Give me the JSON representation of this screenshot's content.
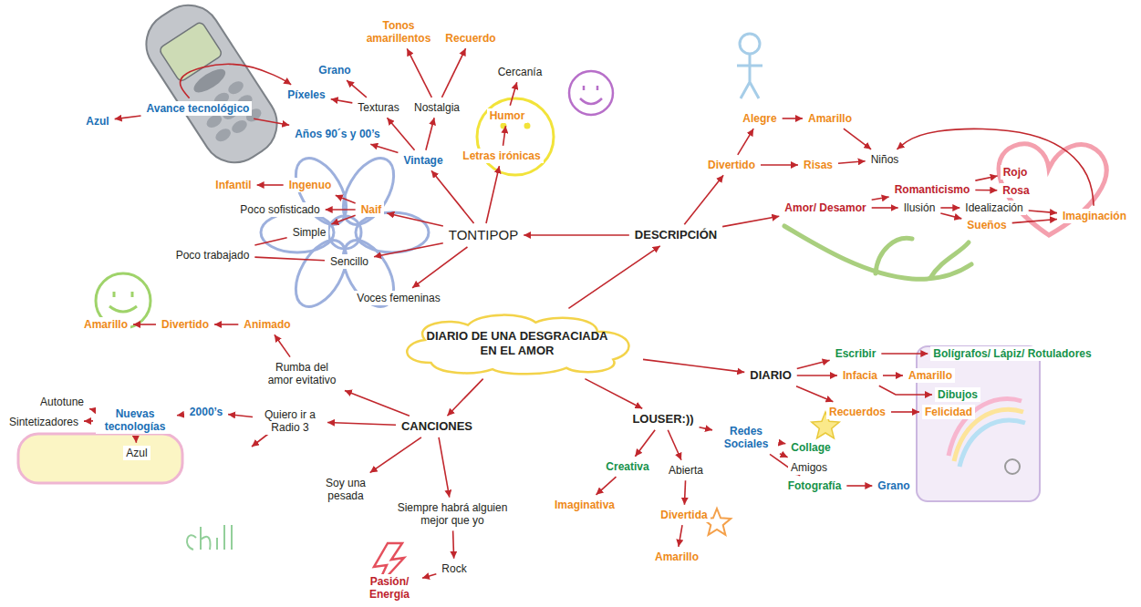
{
  "diagram": {
    "nodes": [
      {
        "text": [
          "DIARIO DE UNA DESGRACIADA EN EL AMOR"
        ]
      },
      {
        "text": [
          "DESCRIPCIÓN"
        ]
      },
      {
        "text": [
          "TONTIPOP"
        ]
      },
      {
        "text": [
          "DIARIO"
        ]
      },
      {
        "text": [
          "LOUSER:))"
        ]
      },
      {
        "text": [
          "CANCIONES"
        ]
      },
      {
        "text": [
          "Vintage"
        ]
      },
      {
        "text": [
          "Letras irónicas"
        ]
      },
      {
        "text": [
          "Naif"
        ]
      },
      {
        "text": [
          "Sencillo"
        ]
      },
      {
        "text": [
          "Voces femeninas"
        ]
      },
      {
        "text": [
          "Texturas"
        ]
      },
      {
        "text": [
          "Nostalgia"
        ]
      },
      {
        "text": [
          "Años 90´s y 00’s"
        ]
      },
      {
        "text": [
          "Píxeles"
        ]
      },
      {
        "text": [
          "Grano"
        ]
      },
      {
        "text": [
          "Tonos amarillentos"
        ]
      },
      {
        "text": [
          "Recuerdo"
        ]
      },
      {
        "text": [
          "Humor"
        ]
      },
      {
        "text": [
          "Cercanía"
        ]
      },
      {
        "text": [
          "Avance tecnológico"
        ]
      },
      {
        "text": [
          "Azul"
        ]
      },
      {
        "text": [
          "Ingenuo"
        ]
      },
      {
        "text": [
          "Poco sofisticado"
        ]
      },
      {
        "text": [
          "Simple"
        ]
      },
      {
        "text": [
          "Infantil"
        ]
      },
      {
        "text": [
          "Poco trabajado"
        ]
      },
      {
        "text": [
          "Divertido"
        ]
      },
      {
        "text": [
          "Alegre"
        ]
      },
      {
        "text": [
          "Amarillo"
        ]
      },
      {
        "text": [
          "Risas"
        ]
      },
      {
        "text": [
          "Niños"
        ]
      },
      {
        "text": [
          "Amor/ Desamor"
        ]
      },
      {
        "text": [
          "Romanticismo"
        ]
      },
      {
        "text": [
          "Rojo"
        ]
      },
      {
        "text": [
          "Rosa"
        ]
      },
      {
        "text": [
          "Ilusión"
        ]
      },
      {
        "text": [
          "Idealización"
        ]
      },
      {
        "text": [
          "Sueños"
        ]
      },
      {
        "text": [
          "Imaginación"
        ]
      },
      {
        "text": [
          "Escribir"
        ]
      },
      {
        "text": [
          "Bolígrafos/ Lápiz/ Rotuladores"
        ]
      },
      {
        "text": [
          "Infacia"
        ]
      },
      {
        "text": [
          "Amarillo"
        ]
      },
      {
        "text": [
          "Dibujos"
        ]
      },
      {
        "text": [
          "Recuerdos"
        ]
      },
      {
        "text": [
          "Felicidad"
        ]
      },
      {
        "text": [
          "Redes Sociales"
        ]
      },
      {
        "text": [
          "Collage"
        ]
      },
      {
        "text": [
          "Amigos"
        ]
      },
      {
        "text": [
          "Fotografía"
        ]
      },
      {
        "text": [
          "Grano"
        ]
      },
      {
        "text": [
          "Creativa"
        ]
      },
      {
        "text": [
          "Imaginativa"
        ]
      },
      {
        "text": [
          "Abierta"
        ]
      },
      {
        "text": [
          "Divertida"
        ]
      },
      {
        "text": [
          "Amarillo"
        ]
      },
      {
        "text": [
          "Rumba del amor evitativo"
        ]
      },
      {
        "text": [
          "Quiero ir a Radio 3"
        ]
      },
      {
        "text": [
          "Soy una pesada"
        ]
      },
      {
        "text": [
          "Siempre habrá alguien mejor que yo"
        ]
      },
      {
        "text": [
          "Animado"
        ]
      },
      {
        "text": [
          "Divertido"
        ]
      },
      {
        "text": [
          "Amarillo"
        ]
      },
      {
        "text": [
          "2000’s"
        ]
      },
      {
        "text": [
          "Nuevas tecnologías"
        ]
      },
      {
        "text": [
          "Autotune"
        ]
      },
      {
        "text": [
          "Sintetizadores"
        ]
      },
      {
        "text": [
          "Azul"
        ]
      },
      {
        "text": [
          "Rock"
        ]
      },
      {
        "text": [
          "Pasión/ Energía"
        ]
      }
    ],
    "edges": [
      {
        "from": 0,
        "to": 1,
        "arrow": "to"
      },
      {
        "from": 1,
        "to": 2,
        "arrow": "to"
      },
      {
        "from": 0,
        "to": 3,
        "arrow": "to"
      },
      {
        "from": 0,
        "to": 4,
        "arrow": "to"
      },
      {
        "from": 0,
        "to": 5,
        "arrow": "to"
      },
      {
        "from": 2,
        "to": 6,
        "arrow": "to"
      },
      {
        "from": 2,
        "to": 7,
        "arrow": "to"
      },
      {
        "from": 2,
        "to": 8,
        "arrow": "to"
      },
      {
        "from": 2,
        "to": 9,
        "arrow": "to"
      },
      {
        "from": 2,
        "to": 10,
        "arrow": "to"
      },
      {
        "from": 6,
        "to": 11,
        "arrow": "to"
      },
      {
        "from": 6,
        "to": 12,
        "arrow": "to"
      },
      {
        "from": 6,
        "to": 13,
        "arrow": "to"
      },
      {
        "from": 11,
        "to": 14,
        "arrow": "to"
      },
      {
        "from": 11,
        "to": 15,
        "arrow": "to"
      },
      {
        "from": 12,
        "to": 16,
        "arrow": "to"
      },
      {
        "from": 12,
        "to": 17,
        "arrow": "to"
      },
      {
        "from": 7,
        "to": 18,
        "arrow": "to"
      },
      {
        "from": 18,
        "to": 19,
        "arrow": "to"
      },
      {
        "from": 20,
        "to": 13,
        "arrow": "to"
      },
      {
        "from": 20,
        "to": 21,
        "arrow": "to"
      },
      {
        "from": 20,
        "to": 14,
        "arrow": "to"
      },
      {
        "from": 8,
        "to": 22,
        "arrow": "to"
      },
      {
        "from": 8,
        "to": 23,
        "arrow": "to"
      },
      {
        "from": 8,
        "to": 24,
        "arrow": "to"
      },
      {
        "from": 22,
        "to": 25,
        "arrow": "to"
      },
      {
        "from": 9,
        "to": 26,
        "arrow": "none"
      },
      {
        "from": 24,
        "to": 26,
        "arrow": "none"
      },
      {
        "from": 1,
        "to": 27,
        "arrow": "to"
      },
      {
        "from": 1,
        "to": 32,
        "arrow": "to"
      },
      {
        "from": 27,
        "to": 28,
        "arrow": "to"
      },
      {
        "from": 27,
        "to": 30,
        "arrow": "to"
      },
      {
        "from": 28,
        "to": 29,
        "arrow": "to"
      },
      {
        "from": 30,
        "to": 31,
        "arrow": "to"
      },
      {
        "from": 29,
        "to": 31,
        "arrow": "to"
      },
      {
        "from": 32,
        "to": 33,
        "arrow": "to"
      },
      {
        "from": 32,
        "to": 36,
        "arrow": "to"
      },
      {
        "from": 33,
        "to": 34,
        "arrow": "to"
      },
      {
        "from": 33,
        "to": 35,
        "arrow": "to"
      },
      {
        "from": 36,
        "to": 37,
        "arrow": "to"
      },
      {
        "from": 36,
        "to": 38,
        "arrow": "to"
      },
      {
        "from": 37,
        "to": 39,
        "arrow": "to"
      },
      {
        "from": 38,
        "to": 39,
        "arrow": "to"
      },
      {
        "from": 39,
        "to": 31,
        "arrow": "to"
      },
      {
        "from": 3,
        "to": 40,
        "arrow": "to"
      },
      {
        "from": 3,
        "to": 42,
        "arrow": "to"
      },
      {
        "from": 3,
        "to": 45,
        "arrow": "to"
      },
      {
        "from": 40,
        "to": 41,
        "arrow": "to"
      },
      {
        "from": 42,
        "to": 43,
        "arrow": "to"
      },
      {
        "from": 42,
        "to": 44,
        "arrow": "to"
      },
      {
        "from": 45,
        "to": 46,
        "arrow": "to"
      },
      {
        "from": 4,
        "to": 47,
        "arrow": "to"
      },
      {
        "from": 47,
        "to": 48,
        "arrow": "to"
      },
      {
        "from": 47,
        "to": 49,
        "arrow": "to"
      },
      {
        "from": 47,
        "to": 50,
        "arrow": "to"
      },
      {
        "from": 50,
        "to": 51,
        "arrow": "to"
      },
      {
        "from": 4,
        "to": 52,
        "arrow": "to"
      },
      {
        "from": 4,
        "to": 54,
        "arrow": "to"
      },
      {
        "from": 52,
        "to": 53,
        "arrow": "to"
      },
      {
        "from": 54,
        "to": 55,
        "arrow": "to"
      },
      {
        "from": 55,
        "to": 56,
        "arrow": "to"
      },
      {
        "from": 5,
        "to": 57,
        "arrow": "to"
      },
      {
        "from": 5,
        "to": 58,
        "arrow": "to"
      },
      {
        "from": 5,
        "to": 59,
        "arrow": "to"
      },
      {
        "from": 5,
        "to": 60,
        "arrow": "to"
      },
      {
        "from": 57,
        "to": 61,
        "arrow": "to"
      },
      {
        "from": 61,
        "to": 62,
        "arrow": "to"
      },
      {
        "from": 62,
        "to": 63,
        "arrow": "to"
      },
      {
        "from": 58,
        "to": 64,
        "arrow": "to"
      },
      {
        "from": 64,
        "to": 65,
        "arrow": "to"
      },
      {
        "from": 65,
        "to": 66,
        "arrow": "to"
      },
      {
        "from": 65,
        "to": 67,
        "arrow": "to"
      },
      {
        "from": 65,
        "to": 68,
        "arrow": "to"
      },
      {
        "from": 60,
        "to": 69,
        "arrow": "to"
      },
      {
        "from": 69,
        "to": 70,
        "arrow": "to"
      }
    ]
  }
}
